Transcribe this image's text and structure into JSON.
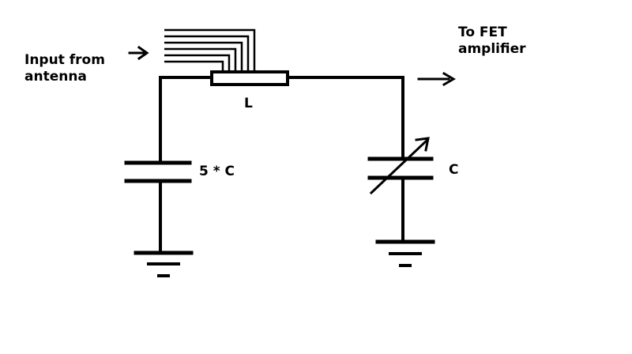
{
  "labels": {
    "input_line1": "Input from",
    "input_line2": "antenna",
    "output_line1": "To FET",
    "output_line2": "amplifier",
    "inductor": "L",
    "fixed_capacitor": "5 * C",
    "variable_capacitor": "C"
  }
}
